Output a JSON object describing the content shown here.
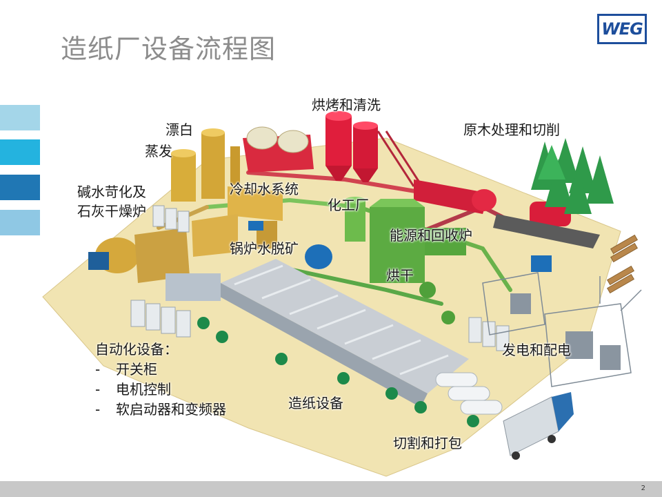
{
  "page": {
    "title": "造纸厂设备流程图",
    "page_number": "2"
  },
  "logo": {
    "text": "WEG",
    "color": "#1d4e9c"
  },
  "sidebar": {
    "colors": [
      "#a4d6e9",
      "#24b3df",
      "#2077b4",
      "#8fc8e4"
    ]
  },
  "labels": {
    "baking_cleaning": "烘烤和清洗",
    "bleaching": "漂白",
    "evaporation": "蒸发",
    "causticizing": "碱水苛化及",
    "lime_drying": "石灰干燥炉",
    "cooling_water": "冷却水系统",
    "chemical_plant": "化工厂",
    "log_processing": "原木处理和切削",
    "energy_recovery": "能源和回收炉",
    "boiler_desalt": "锅炉水脱矿",
    "drying": "烘干",
    "power_distribution": "发电和配电",
    "paper_machine": "造纸设备",
    "cutting_packing": "切割和打包"
  },
  "automation": {
    "heading": "自动化设备：",
    "bullet": "-",
    "items": [
      "开关柜",
      "电机控制",
      "软启动器和变频器"
    ]
  }
}
